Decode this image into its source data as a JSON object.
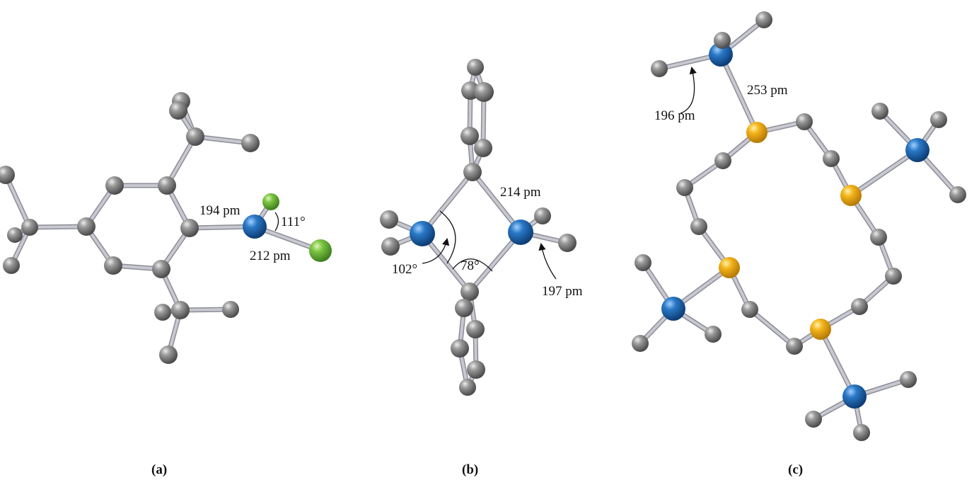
{
  "colors": {
    "bond": "#c8c8d0",
    "carbon": "#6e6e6e",
    "metal": "#1a5fa8",
    "halogen": "#6cc13a",
    "sulfur": "#f2b41c",
    "text": "#111111"
  },
  "panels": [
    {
      "caption": "(a)",
      "labels": {
        "d1": "194 pm",
        "d2": "212 pm",
        "ang": "111°"
      }
    },
    {
      "caption": "(b)",
      "labels": {
        "d1": "214 pm",
        "d2": "197 pm",
        "ang1": "102°",
        "ang2": "78°"
      }
    },
    {
      "caption": "(c)",
      "labels": {
        "d1": "253 pm",
        "d2": "196 pm"
      }
    }
  ]
}
